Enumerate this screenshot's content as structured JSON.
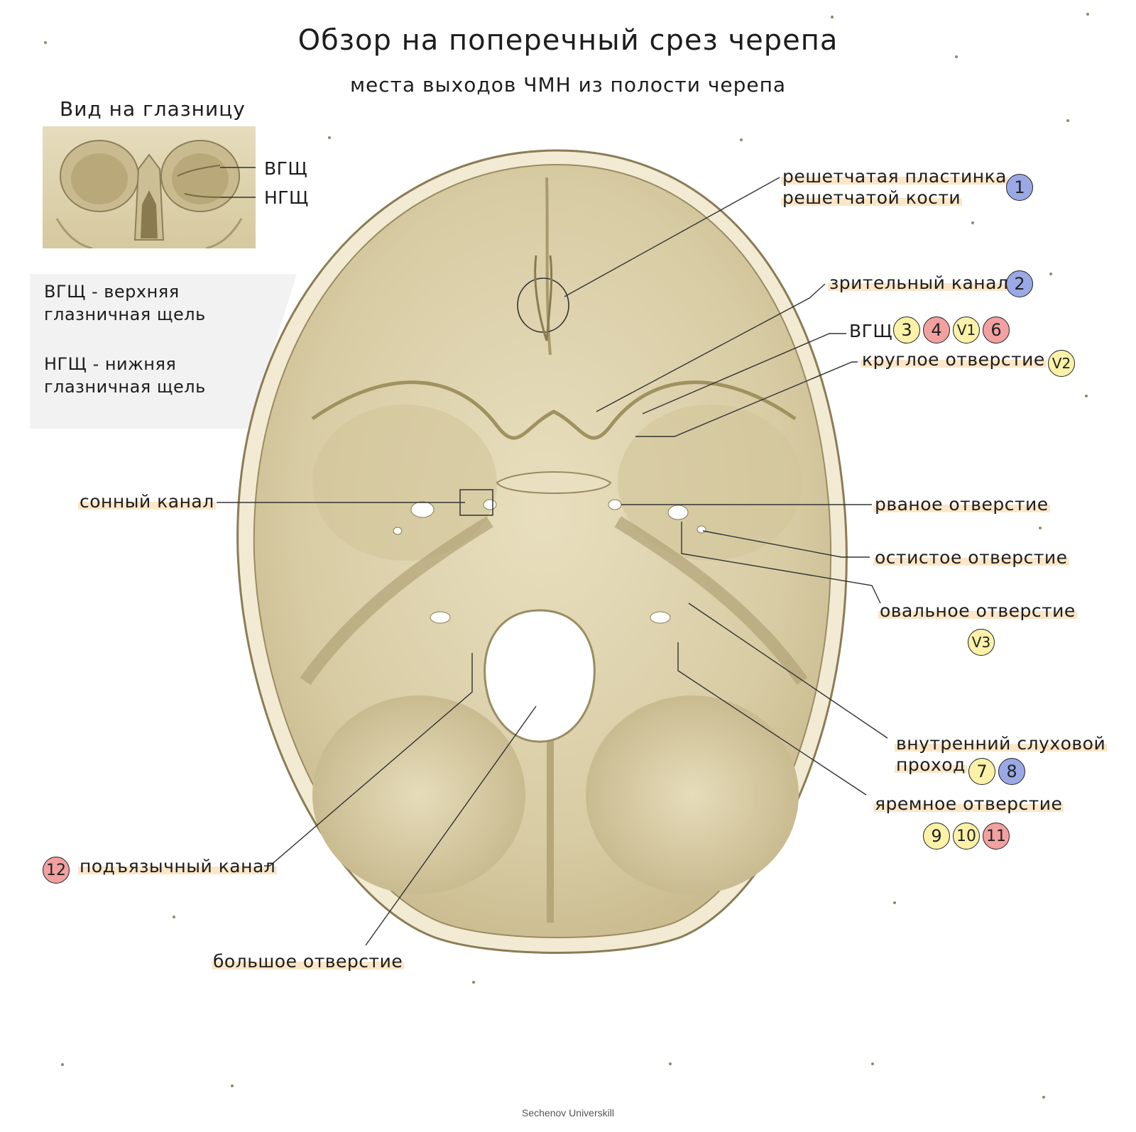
{
  "header": {
    "title": "Обзор на поперечный срез черепа",
    "subtitle": "места выходов ЧМН из полости черепа"
  },
  "orbit_panel": {
    "title": "Вид на глазницу",
    "label_vgsh": "ВГЩ",
    "label_ngsh": "НГЩ"
  },
  "legend": {
    "line1a": "ВГЩ - верхняя",
    "line1b": "глазничная щель",
    "line2a": "НГЩ - нижняя",
    "line2b": "глазничная щель"
  },
  "labels": {
    "cribriform_1": "решетчатая пластинка",
    "cribriform_2": "решетчатой кости",
    "optic": "зрительный канал",
    "sof": "ВГЩ",
    "rotundum": "круглое отверстие",
    "carotid": "сонный канал",
    "lacerum": "рваное отверстие",
    "spinosum": "остистое отверстие",
    "ovale": "овальное отверстие",
    "iam_1": "внутренний слуховой",
    "iam_2": "проход",
    "jugular": "яремное отверстие",
    "hypoglossal": "подъязычный канал",
    "magnum": "большое отверстие"
  },
  "badges": {
    "n1": "1",
    "n2": "2",
    "n3": "3",
    "n4": "4",
    "v1": "V1",
    "n6": "6",
    "v2": "V2",
    "v3": "V3",
    "n7": "7",
    "n8": "8",
    "n9": "9",
    "n10": "10",
    "n11": "11",
    "n12": "12"
  },
  "colors": {
    "blue": "#9aa9e6",
    "yellow": "#fbf2a8",
    "red": "#f2a0a0",
    "highlight": "#fbe6c8",
    "bone": "#ddd2ae"
  },
  "footer": {
    "credit": "Sechenov Universkill"
  }
}
